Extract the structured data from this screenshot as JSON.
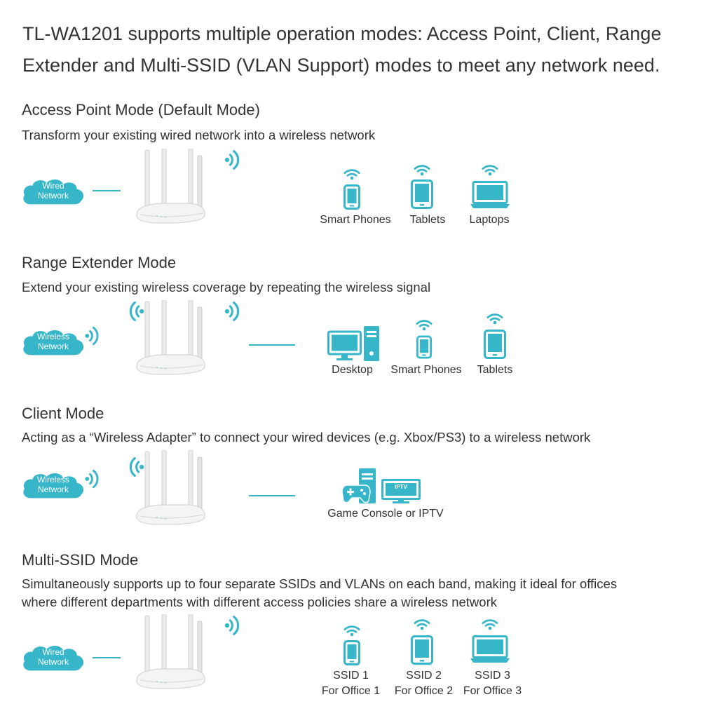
{
  "headline": "TL-WA1201 supports multiple operation modes: Access Point, Client, Range Extender and Multi-SSID (VLAN Support) modes to meet any network need.",
  "colors": {
    "accent": "#36b6c8",
    "text": "#333333",
    "router": "#f2f2f2"
  },
  "sections": {
    "ap": {
      "title": "Access Point Mode (Default Mode)",
      "desc": "Transform your existing wired network into a wireless network",
      "cloud": [
        "Wired",
        "Network"
      ],
      "devices": [
        "Smart Phones",
        "Tablets",
        "Laptops"
      ]
    },
    "re": {
      "title": "Range Extender Mode",
      "desc": "Extend your existing wireless coverage by repeating the wireless signal",
      "cloud": [
        "Wireless",
        "Network"
      ],
      "devices": [
        "Desktop",
        "Smart Phones",
        "Tablets"
      ]
    },
    "client": {
      "title": "Client Mode",
      "desc": "Acting as a “Wireless Adapter” to connect your wired devices (e.g. Xbox/PS3) to a wireless network",
      "cloud": [
        "Wireless",
        "Network"
      ],
      "devices": [
        "Game Console or IPTV"
      ],
      "tv_text": "IPTV"
    },
    "mssid": {
      "title": "Multi-SSID Mode",
      "desc1": "Simultaneously supports up to four separate SSIDs and VLANs on  each band, making it ideal for offices",
      "desc2": "where different departments with different access policies share a wireless network",
      "cloud": [
        "Wired",
        "Network"
      ],
      "ssids": [
        {
          "name": "SSID 1",
          "office": "For Office 1"
        },
        {
          "name": "SSID 2",
          "office": "For Office 2"
        },
        {
          "name": "SSID 3",
          "office": "For Office 3"
        }
      ]
    }
  }
}
